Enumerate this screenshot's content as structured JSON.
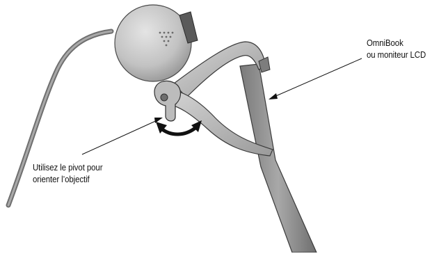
{
  "callouts": {
    "monitor": {
      "line1": "OmniBook",
      "line2": "ou moniteur LCD"
    },
    "pivot": {
      "line1": "Utilisez le pivot pour",
      "line2": "orienter l’objectif"
    }
  },
  "icons": [
    "webcam-illustration",
    "rotation-arrow-icon",
    "usb-cable",
    "monitor-clip"
  ],
  "colors": {
    "background": "#ffffff",
    "device_body": "#c9c9c9",
    "device_shadow": "#8a8a8a",
    "outline": "#222222",
    "text": "#111111"
  }
}
